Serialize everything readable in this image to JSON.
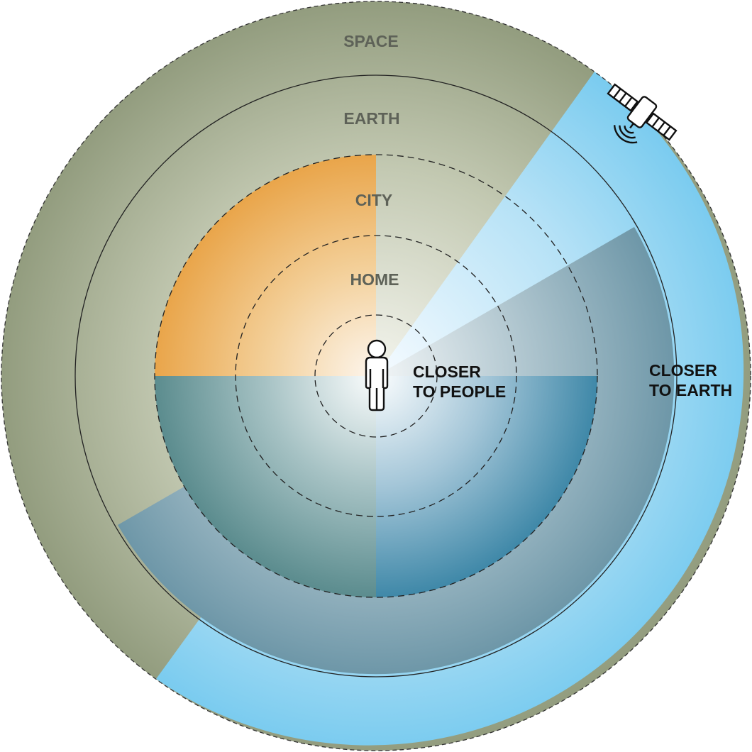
{
  "rings": {
    "space": "SPACE",
    "earth": "EARTH",
    "city": "CITY",
    "home": "HOME"
  },
  "callouts": {
    "people_line1": "CLOSER",
    "people_line2": "TO PEOPLE",
    "earth_line1": "CLOSER",
    "earth_line2": "TO EARTH"
  },
  "icons": {
    "person": "person-icon",
    "satellite": "satellite-icon"
  },
  "colors": {
    "olive": "#9aa487",
    "sky_blue": "#7ecdf0",
    "steel_blue": "#5f93ab",
    "teal": "#5b8c95",
    "orange": "#eaa54a"
  }
}
